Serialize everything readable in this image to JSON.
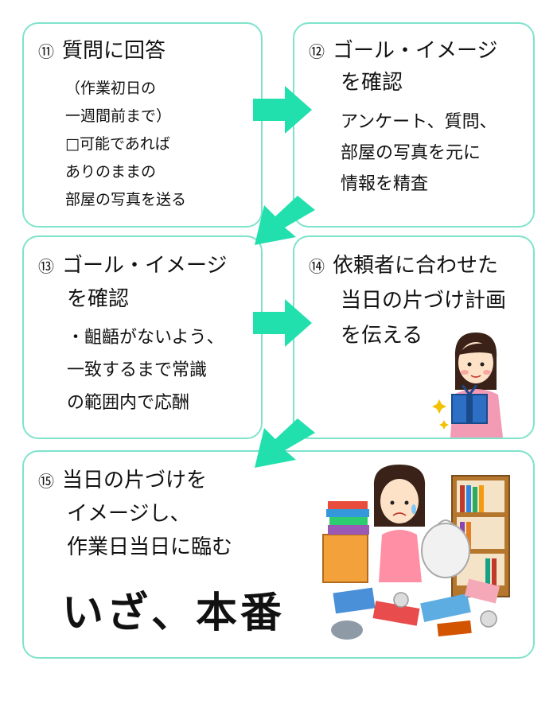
{
  "colors": {
    "border": "#7fe3cc",
    "arrow": "#22e0ad"
  },
  "steps": [
    {
      "num": "⑪",
      "title_lines": [
        "質問に回答"
      ],
      "body_lines": [
        "（作業初日の",
        "一週間前まで）",
        "□可能であれば",
        "ありのままの",
        "部屋の写真を送る"
      ]
    },
    {
      "num": "⑫",
      "title_lines": [
        "ゴール・イメージ",
        "を確認"
      ],
      "body_lines": [
        "アンケート、質問、",
        "部屋の写真を元に",
        "情報を精査"
      ]
    },
    {
      "num": "⑬",
      "title_lines": [
        "ゴール・イメージ",
        "を確認"
      ],
      "body_lines": [
        "・齟齬がないよう、",
        "一致するまで常識",
        "の範囲内で応酬"
      ]
    },
    {
      "num": "⑭",
      "title_lines": [
        "依頼者に合わせた",
        "当日の片づけ計画",
        "を伝える"
      ],
      "body_lines": []
    },
    {
      "num": "⑮",
      "title_lines": [
        "当日の片づけを",
        "イメージし、",
        "作業日当日に臨む"
      ],
      "body_lines": []
    }
  ],
  "finale": "いざ、本番"
}
